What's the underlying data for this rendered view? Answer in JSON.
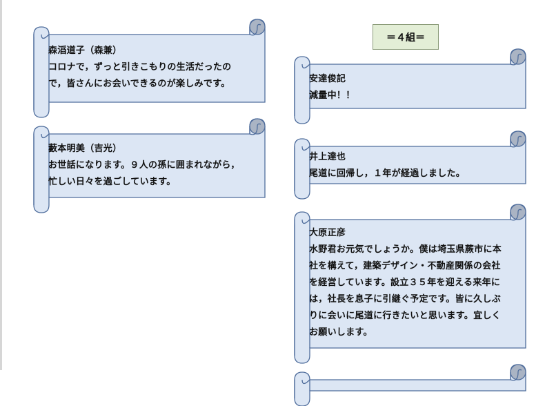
{
  "group_label": "＝４組＝",
  "colors": {
    "scroll_fill": "#dce6f4",
    "scroll_stroke": "#4f6d9c",
    "curl_fill": "#aab4c4",
    "badge_fill": "#e3eed6"
  },
  "entries": [
    {
      "name": "森滔道子（森兼）",
      "lines": [
        "コロナで，ずっと引きこもりの生活だったの",
        "で，皆さんにお会いできるのが楽しみです。"
      ]
    },
    {
      "name": "藪本明美（吉光）",
      "lines": [
        "お世話になります。９人の孫に囲まれながら，",
        "忙しい日々を過ごしています。"
      ]
    },
    {
      "name": "安達俊記",
      "lines": [
        "減量中！！"
      ]
    },
    {
      "name": "井上達也",
      "lines": [
        "尾道に回帰し，１年が経過しました。"
      ]
    },
    {
      "name": "大原正彦",
      "lines": [
        "水野君お元気でしょうか。僕は埼玉県蕨市に本",
        "社を構えて，建築デザイン・不動産関係の会社",
        "を経営しています。設立３５年を迎える来年に",
        "は，社長を息子に引継ぐ予定です。皆に久しぶ",
        "りに会いに尾道に行きたいと思います。宜しく",
        "お願いします。"
      ]
    }
  ]
}
